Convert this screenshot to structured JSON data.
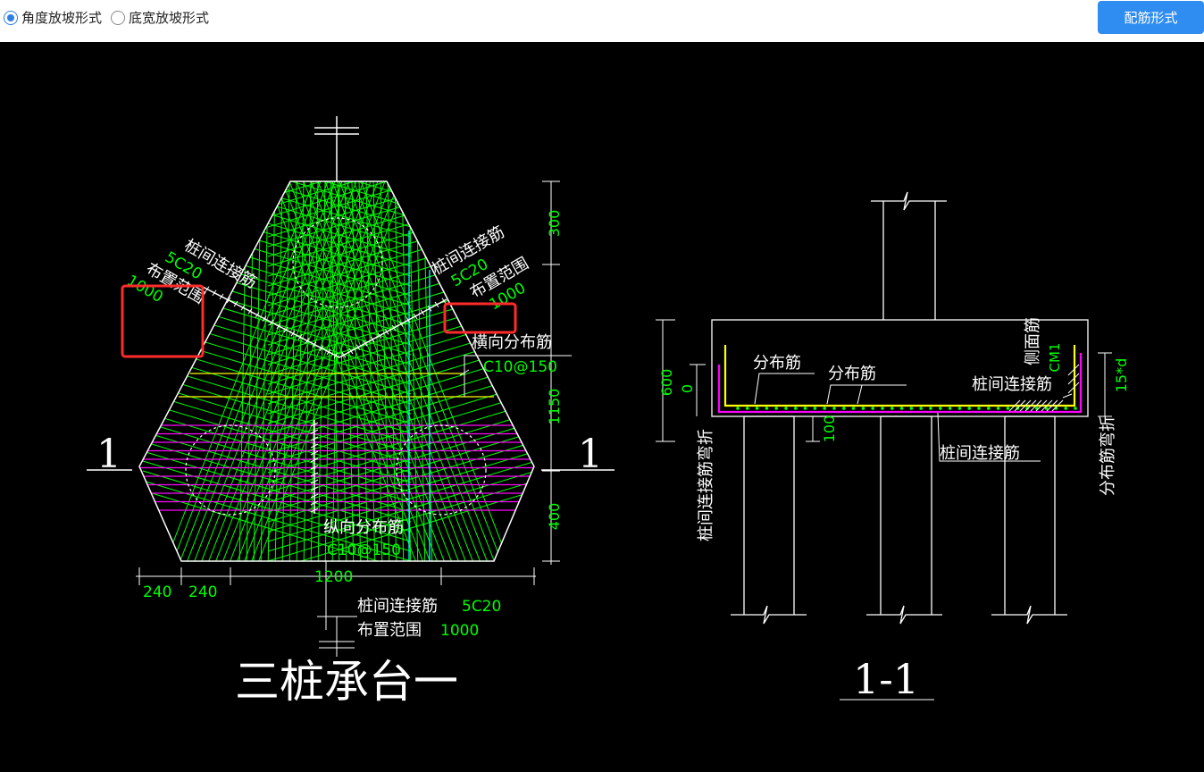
{
  "toolbar": {
    "options": [
      {
        "label": "角度放坡形式",
        "checked": true
      },
      {
        "label": "底宽放坡形式",
        "checked": false
      }
    ],
    "action_label": "配筋形式"
  },
  "drawing": {
    "plan": {
      "title": "三桩承台一",
      "section_mark": "1",
      "dim_right": [
        "300",
        "1150",
        "400"
      ],
      "dim_bottom": [
        "240",
        "240",
        "1200"
      ],
      "left_label": "桩间连接筋",
      "left_bars": "5C20",
      "left_range_label": "布置范围",
      "left_range_value": "1000",
      "right_label": "桩间连接筋",
      "right_bars": "5C20",
      "right_range_label": "布置范围",
      "right_range_value": "1000",
      "transverse_label": "横向分布筋",
      "transverse_value": "C10@150",
      "longitudinal_label": "纵向分布筋",
      "longitudinal_value": "C10@150",
      "bottom_note1_label": "桩间连接筋",
      "bottom_note1_value": "5C20",
      "bottom_note2_label": "布置范围",
      "bottom_note2_value": "1000"
    },
    "section": {
      "title": "1-1",
      "dim_left_600": "600",
      "dim_left_0": "0",
      "dim_left_100": "100",
      "label_distribution1": "分布筋",
      "label_distribution2": "分布筋",
      "label_side": "侧面筋",
      "label_side_value": "CM1",
      "label_connect_right": "桩间连接筋",
      "label_connect_bottom": "桩间连接筋",
      "label_connect_bend": "桩间连接筋弯折",
      "label_dist_bend": "分布筋弯折",
      "label_15d": "15*d"
    }
  },
  "colors": {
    "rebar_green": "#00ff00",
    "rebar_magenta": "#ff00ff",
    "rebar_yellow": "#ffff00",
    "cyan": "#00ffff",
    "highlight_red": "#ff2a2a",
    "accent_blue": "#2f8cf0"
  }
}
